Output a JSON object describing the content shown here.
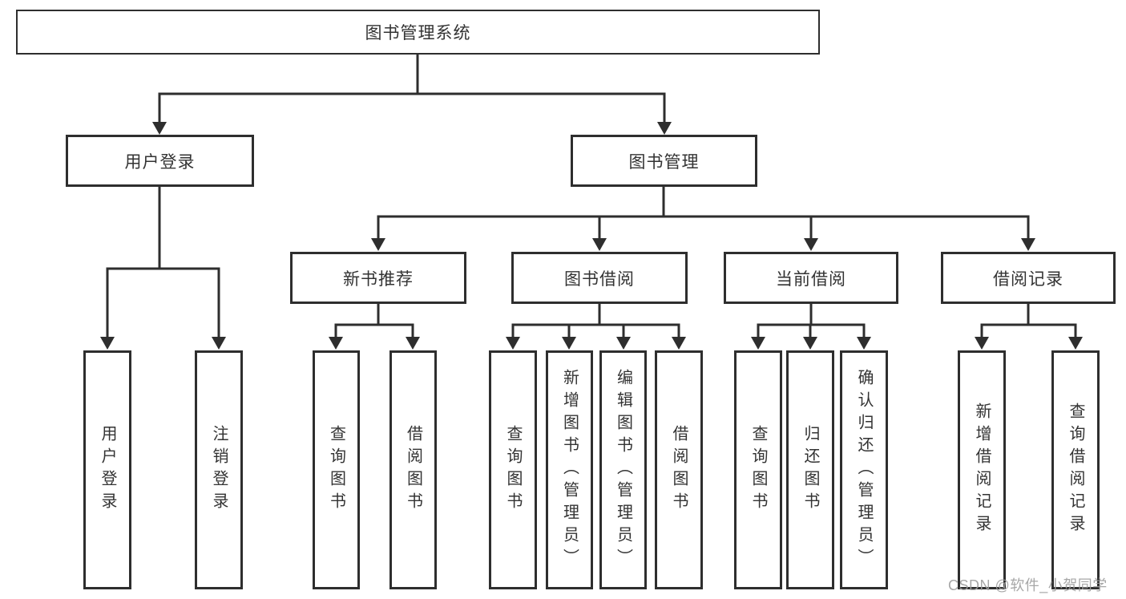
{
  "diagram_type": "function-structure-tree",
  "palette": {
    "line": "#2e2e2e",
    "text": "#333333",
    "background": "#ffffff",
    "watermark_text": "#9e9e9e"
  },
  "tree": {
    "label": "图书管理系统",
    "children": [
      {
        "label": "用户登录",
        "children": [
          {
            "label": "用户登录"
          },
          {
            "label": "注销登录"
          }
        ]
      },
      {
        "label": "图书管理",
        "children": [
          {
            "label": "新书推荐",
            "children": [
              {
                "label": "查询图书"
              },
              {
                "label": "借阅图书"
              }
            ]
          },
          {
            "label": "图书借阅",
            "children": [
              {
                "label": "查询图书"
              },
              {
                "label": "新增图书（管理员）"
              },
              {
                "label": "编辑图书（管理员）"
              },
              {
                "label": "借阅图书"
              }
            ]
          },
          {
            "label": "当前借阅",
            "children": [
              {
                "label": "查询图书"
              },
              {
                "label": "归还图书"
              },
              {
                "label": "确认归还（管理员）"
              }
            ]
          },
          {
            "label": "借阅记录",
            "children": [
              {
                "label": "新增借阅记录"
              },
              {
                "label": "查询借阅记录"
              }
            ]
          }
        ]
      }
    ]
  },
  "watermark": {
    "text": "CSDN @软件_小贺同学"
  }
}
